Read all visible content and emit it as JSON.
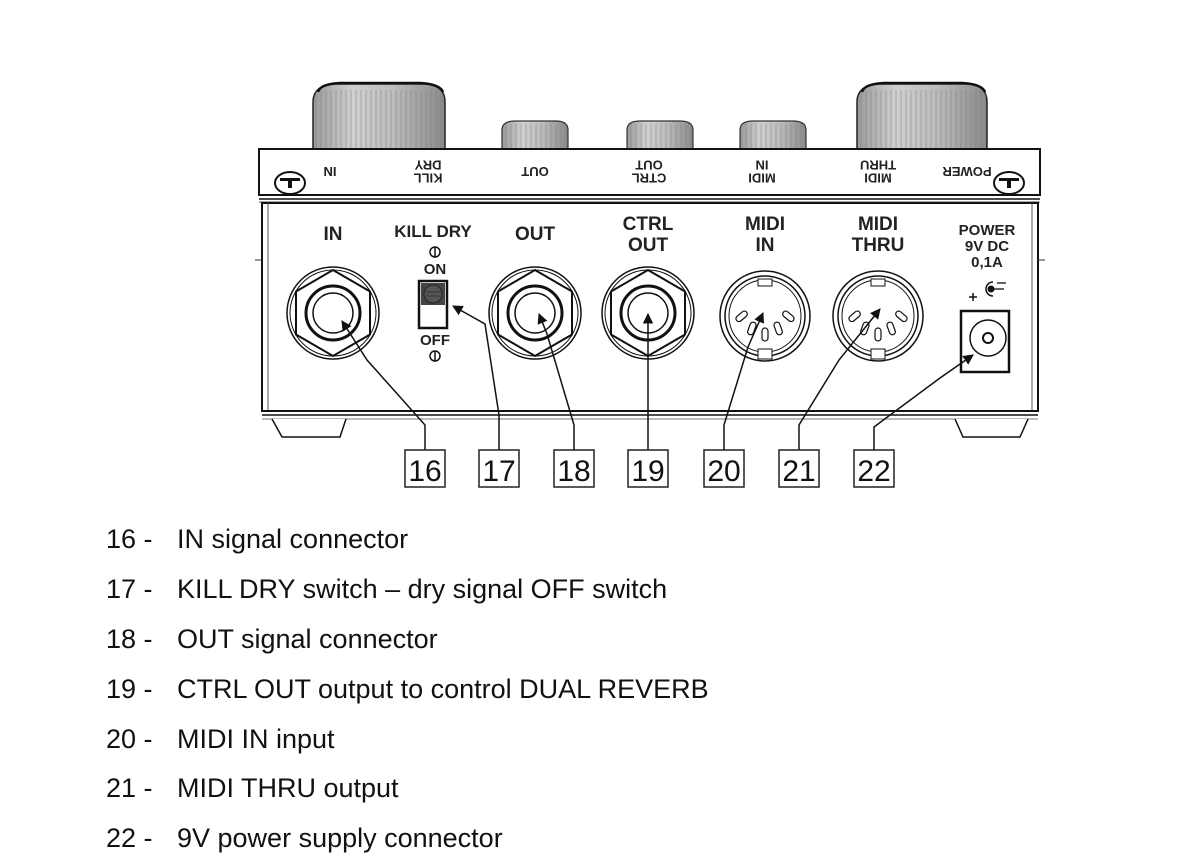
{
  "top_panel": {
    "labels": [
      "IN",
      "KILL\nDRY",
      "OUT",
      "CTRL\nOUT",
      "MIDI\nIN",
      "MIDI\nTHRU",
      "POWER"
    ]
  },
  "front_panel": {
    "connectors": [
      {
        "id": 16,
        "label_lines": [
          "IN"
        ],
        "type": "jack"
      },
      {
        "id": 17,
        "label_lines": [
          "KILL DRY"
        ],
        "type": "switch",
        "switch_on": "ON",
        "switch_off": "OFF"
      },
      {
        "id": 18,
        "label_lines": [
          "OUT"
        ],
        "type": "jack"
      },
      {
        "id": 19,
        "label_lines": [
          "CTRL",
          "OUT"
        ],
        "type": "jack"
      },
      {
        "id": 20,
        "label_lines": [
          "MIDI",
          "IN"
        ],
        "type": "din"
      },
      {
        "id": 21,
        "label_lines": [
          "MIDI",
          "THRU"
        ],
        "type": "din"
      },
      {
        "id": 22,
        "label_lines": [
          "POWER",
          "9V DC",
          "0,1A"
        ],
        "type": "dc-jack",
        "polarity": "+ C -"
      }
    ]
  },
  "callouts": [
    "16",
    "17",
    "18",
    "19",
    "20",
    "21",
    "22"
  ],
  "legend": [
    {
      "num": "16 -",
      "text": "IN signal connector"
    },
    {
      "num": "17 -",
      "text": "KILL DRY switch – dry signal OFF switch"
    },
    {
      "num": "18 -",
      "text": "OUT signal connector"
    },
    {
      "num": "19 -",
      "text": "CTRL OUT output to control DUAL REVERB"
    },
    {
      "num": "20 -",
      "text": "MIDI IN input"
    },
    {
      "num": "21 -",
      "text": "MIDI THRU output"
    },
    {
      "num": "22 -",
      "text": "9V power supply connector"
    }
  ]
}
